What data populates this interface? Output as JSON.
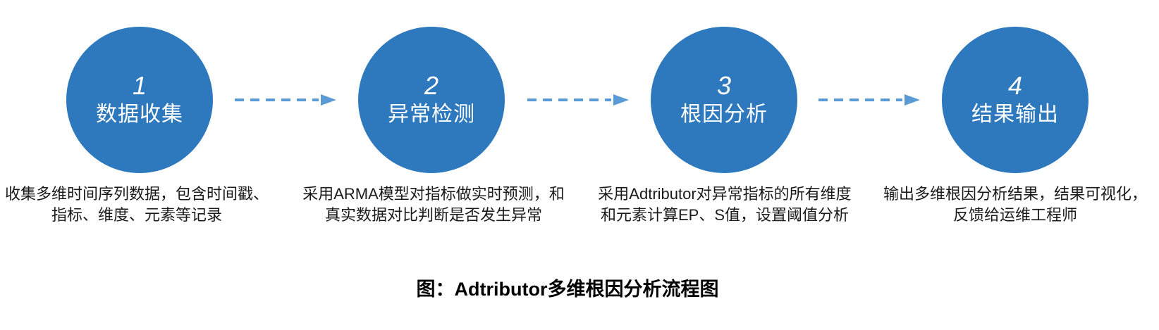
{
  "page": {
    "background": "#ffffff",
    "caption": "图：Adtributor多维根因分析流程图"
  },
  "colors": {
    "circle_fill": "#2E79BE",
    "circle_text": "#FFFFFF",
    "arrow": "#5B9BD5",
    "body_text": "#1A1A1A",
    "caption_text": "#000000"
  },
  "icons": {
    "connector": "dashed-right-arrow-icon"
  },
  "steps": [
    {
      "number": "1",
      "label": "数据收集",
      "desc_lines": [
        "收集多维时间序列数据，包含时间戳、",
        "指标、维度、元素等记录"
      ]
    },
    {
      "number": "2",
      "label": "异常检测",
      "desc_lines": [
        "采用ARMA模型对指标做实时预测，和",
        "真实数据对比判断是否发生异常"
      ]
    },
    {
      "number": "3",
      "label": "根因分析",
      "desc_lines": [
        "采用Adtributor对异常指标的所有维度",
        "和元素计算EP、S值，设置阈值分析"
      ]
    },
    {
      "number": "4",
      "label": "结果输出",
      "desc_lines": [
        "输出多维根因分析结果，结果可视化，",
        "反馈给运维工程师"
      ]
    }
  ]
}
